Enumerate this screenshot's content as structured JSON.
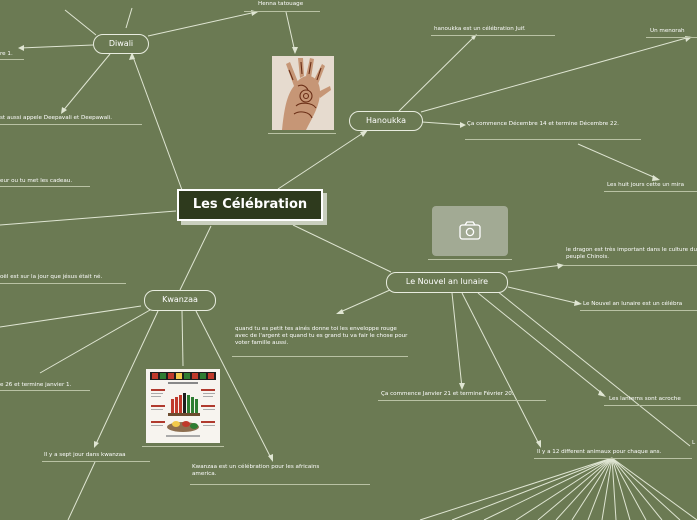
{
  "root": {
    "label": "Les Célébration"
  },
  "branches": {
    "diwali": "Diwali",
    "hanoukka": "Hanoukka",
    "nouvel_an": "Le Nouvel an lunaire",
    "kwanzaa": "Kwanzaa"
  },
  "leaves": {
    "henna": "Henna tatouage",
    "diwali_date": "re 1.",
    "diwali_alias": "st aussi appele Deepavali et Deepawali.",
    "gifts": "eur ou tu met les cadeau.",
    "noel": "oël est sur la jour que jésus était né.",
    "kwanzaa_date": "e 26 et termine janvier 1.",
    "kwanzaa_days": "Il y a sept jour dans kwanzaa",
    "kwanzaa_desc": "Kwanzaa est un célébration pour les africains america.",
    "hanoukka_def": "hanoukka est un célébration Juif.",
    "menorah": "Un menorah",
    "hanoukka_dates": "Ça commence Décembre 14 et termine Décembre 22.",
    "huit_jours": "Les huit jours cette un mira",
    "dragon": "le dragon est très important dans le culture du peuple Chinois.",
    "nouvel_def": "Le Nouvel an lunaire est un célébra",
    "enveloppe": "quand tu es petit tes ainés donne toi les enveloppe rouge avec de l'argent et quand tu es grand tu va fair le chose pour voter famille aussi.",
    "nouvel_dates": "Ça commence Janvier 21 et termine Février 20.",
    "lanterns": "Les lanterns sont acroche",
    "animaux": "Il y a 12 different animaux pour chaque ans.",
    "edge_l": "L"
  },
  "icons": {
    "camera": "camera-icon"
  },
  "colors": {
    "background": "#6b7a53",
    "root_fill": "#2e3a1d",
    "line": "#dfe5d2"
  }
}
